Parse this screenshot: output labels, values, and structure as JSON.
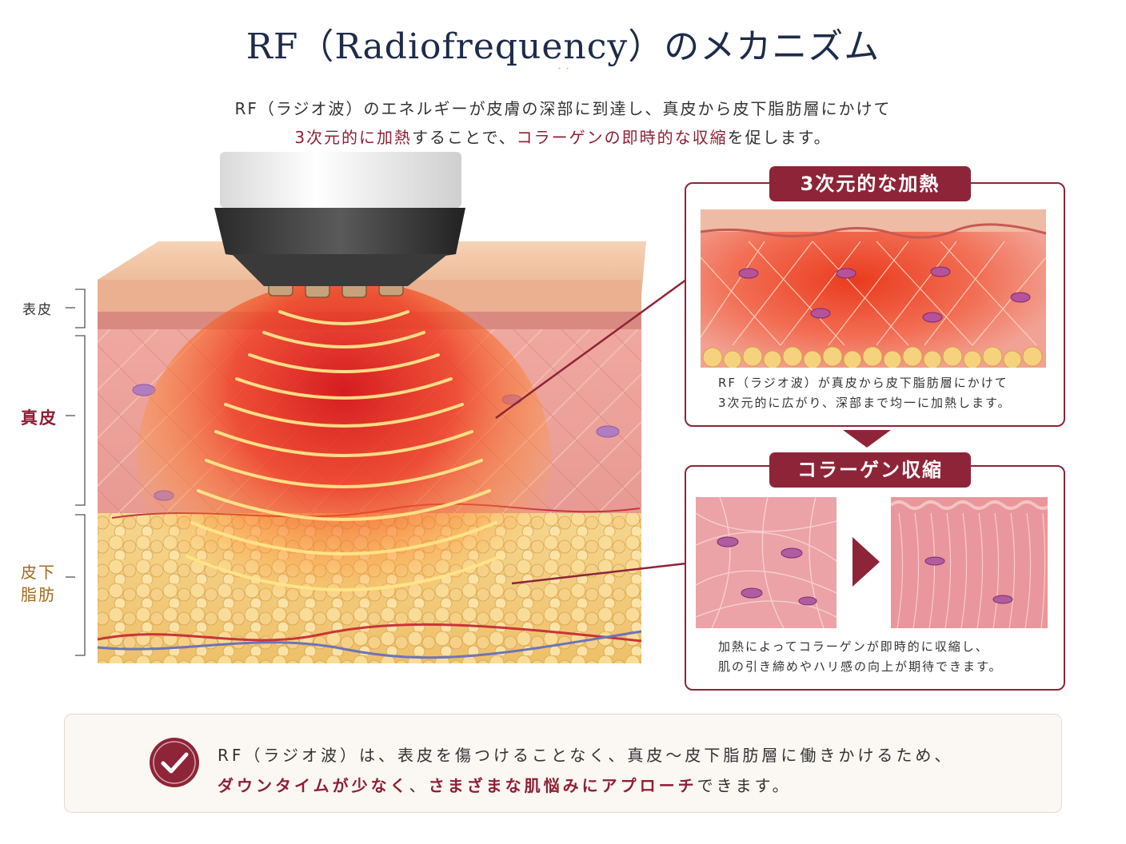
{
  "header": {
    "title": "RF（Radiofrequency）のメカニズム",
    "intro_line1": "RF（ラジオ波）のエネルギーが皮膚の深部に到達し、真皮から皮下脂肪層にかけて",
    "intro_line2": {
      "part1": "3次元的に加熱",
      "part2": "することで、",
      "part3": "コラーゲンの即時的な収縮",
      "part4": "を促します。"
    }
  },
  "layers": {
    "epidermis": "表皮",
    "dermis": "真皮",
    "subcutaneous_line1": "皮下",
    "subcutaneous_line2": "脂肪"
  },
  "panel_heating": {
    "title": "3次元的な加熱",
    "text_line1": "RF（ラジオ波）が真皮から皮下脂肪層にかけて",
    "text_line2": "3次元的に広がり、深部まで均一に加熱します。"
  },
  "panel_collagen": {
    "title": "コラーゲン収縮",
    "text_line1": "加熱によってコラーゲンが即時的に収縮し、",
    "text_line2": "肌の引き締めやハリ感の向上が期待できます。"
  },
  "footer": {
    "line1": "RF（ラジオ波）は、表皮を傷つけることなく、真皮～皮下脂肪層に働きかけるため、",
    "line2": {
      "part1": "ダウンタイムが少なく",
      "part2": "、",
      "part3": "さまざまな肌悩みにアプローチ",
      "part4": "できます。"
    },
    "icon": "check-icon"
  },
  "colors": {
    "accent": "#8e2438",
    "title": "#1e2b4a",
    "gold": "#c9a36a",
    "fat": "#f2cc7a",
    "dermis": "#e79a93"
  }
}
